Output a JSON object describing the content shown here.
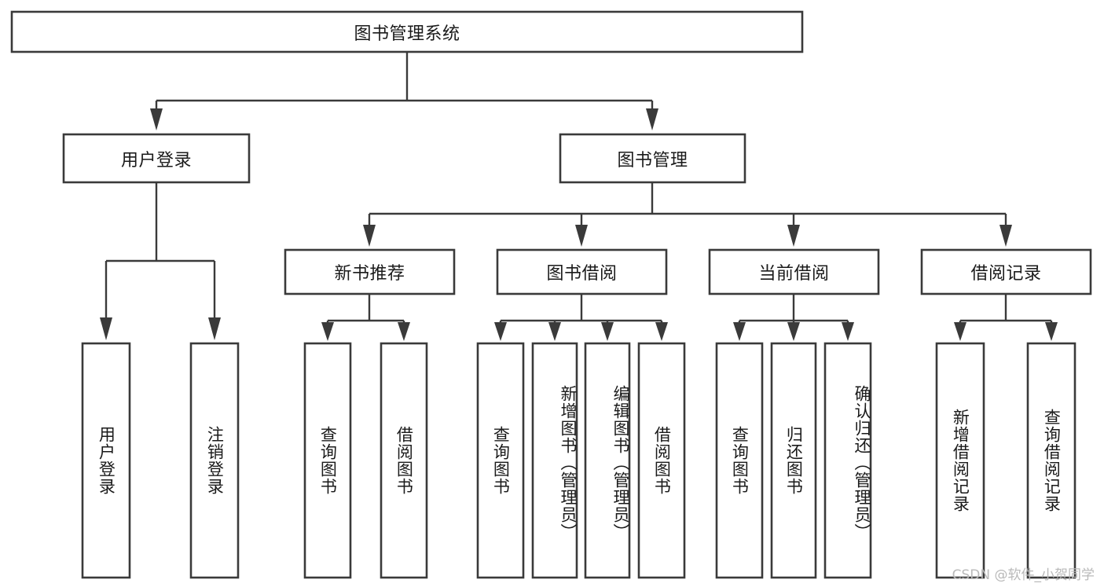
{
  "diagram": {
    "type": "tree",
    "title": "图书管理系统",
    "root": {
      "id": "root",
      "label": "图书管理系统",
      "orientation": "horizontal"
    },
    "level2": [
      {
        "id": "user-login",
        "label": "用户登录",
        "orientation": "horizontal"
      },
      {
        "id": "book-management",
        "label": "图书管理",
        "orientation": "horizontal"
      }
    ],
    "level3": [
      {
        "id": "new-book-recommend",
        "label": "新书推荐",
        "orientation": "horizontal"
      },
      {
        "id": "book-borrow",
        "label": "图书借阅",
        "orientation": "horizontal"
      },
      {
        "id": "current-borrow",
        "label": "当前借阅",
        "orientation": "horizontal"
      },
      {
        "id": "borrow-record",
        "label": "借阅记录",
        "orientation": "horizontal"
      }
    ],
    "leaves": {
      "user-login": [
        {
          "id": "leaf-user-login",
          "label": "用户登录",
          "orientation": "vertical"
        },
        {
          "id": "leaf-user-logout",
          "label": "注销登录",
          "orientation": "vertical"
        }
      ],
      "new-book-recommend": [
        {
          "id": "leaf-query-book-1",
          "label": "查询图书",
          "orientation": "vertical"
        },
        {
          "id": "leaf-borrow-book-1",
          "label": "借阅图书",
          "orientation": "vertical"
        }
      ],
      "book-borrow": [
        {
          "id": "leaf-query-book-2",
          "label": "查询图书",
          "orientation": "vertical"
        },
        {
          "id": "leaf-add-book",
          "label": "新增图书（管理员）",
          "orientation": "vertical"
        },
        {
          "id": "leaf-edit-book",
          "label": "编辑图书（管理员）",
          "orientation": "vertical"
        },
        {
          "id": "leaf-borrow-book-2",
          "label": "借阅图书",
          "orientation": "vertical"
        }
      ],
      "current-borrow": [
        {
          "id": "leaf-query-book-3",
          "label": "查询图书",
          "orientation": "vertical"
        },
        {
          "id": "leaf-return-book",
          "label": "归还图书",
          "orientation": "vertical"
        },
        {
          "id": "leaf-confirm-return",
          "label": "确认归还（管理员）",
          "orientation": "vertical"
        }
      ],
      "borrow-record": [
        {
          "id": "leaf-add-record",
          "label": "新增借阅记录",
          "orientation": "vertical"
        },
        {
          "id": "leaf-query-record",
          "label": "查询借阅记录",
          "orientation": "vertical"
        }
      ]
    },
    "colors": {
      "stroke": "#3a3a3a",
      "box_fill": "#ffffff",
      "text": "#1a1a1a",
      "background": "#ffffff",
      "watermark": "#b9b9b9"
    }
  },
  "watermark": {
    "text": "CSDN @软件_小贺同学"
  }
}
